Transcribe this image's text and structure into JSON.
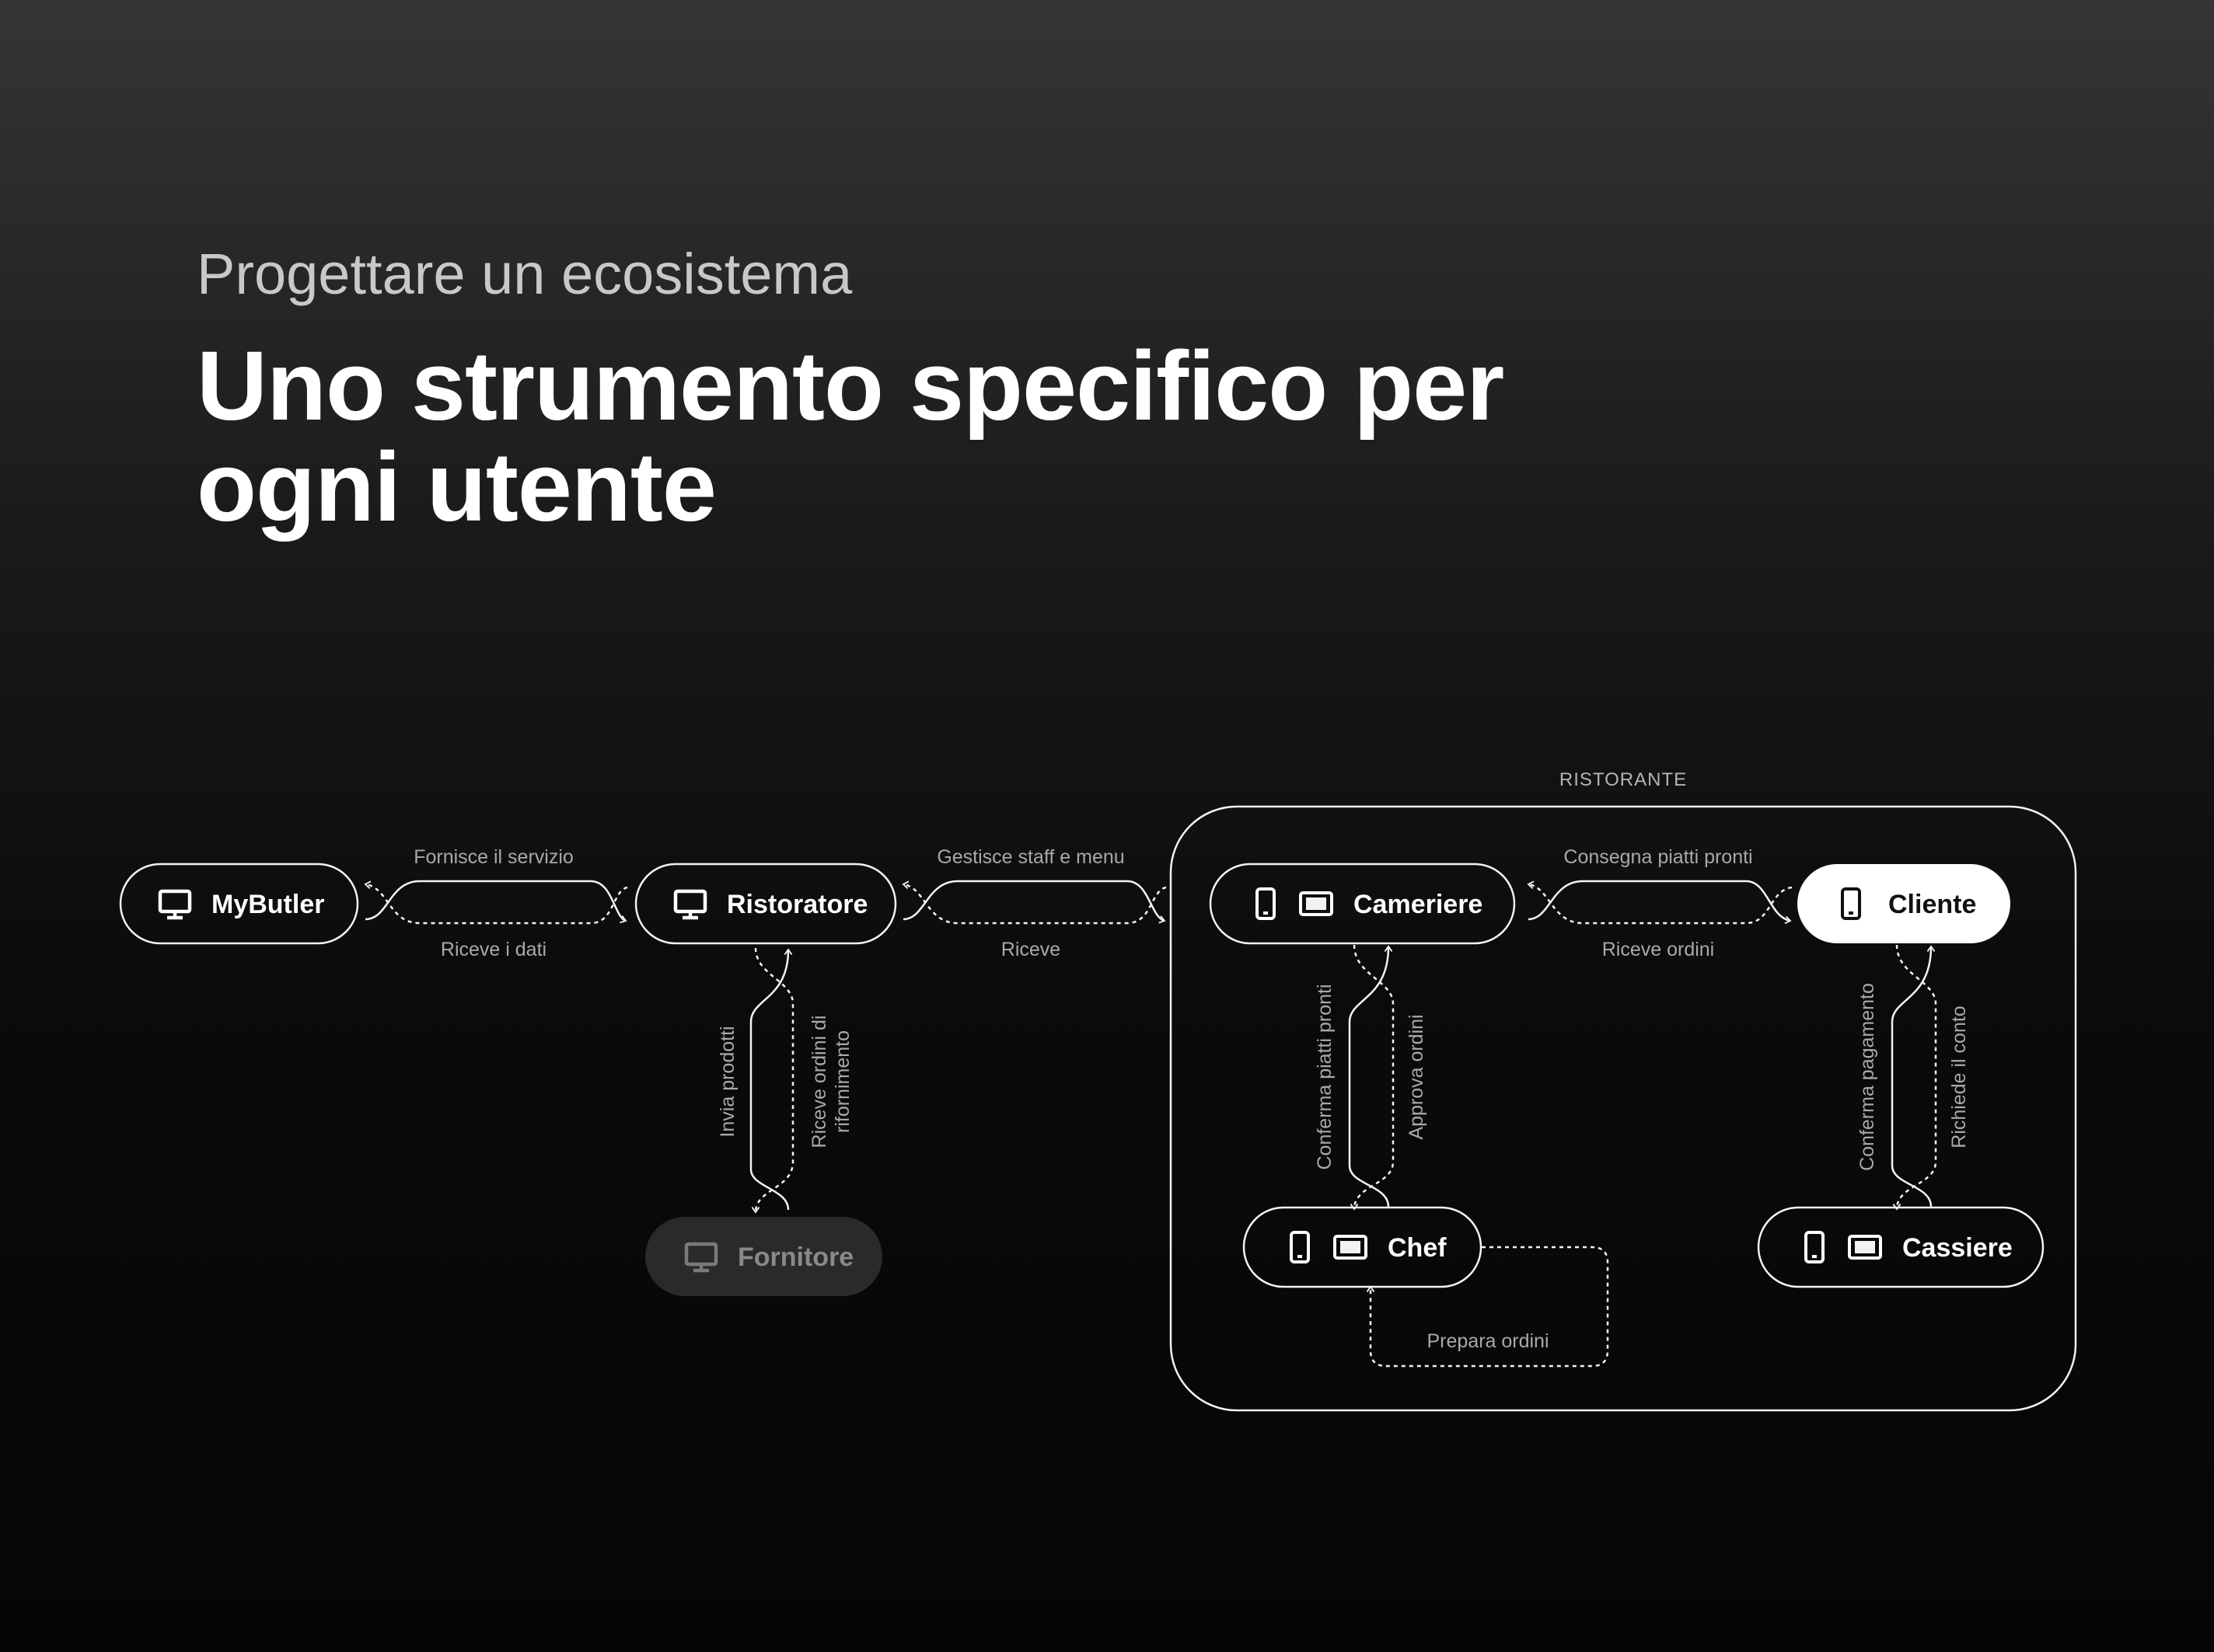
{
  "header": {
    "kicker": "Progettare un ecosistema",
    "title": "Uno strumento specifico per ogni utente"
  },
  "group_label": "RISTORANTE",
  "nodes": {
    "mybutler": {
      "label": "MyButler",
      "devices": [
        "monitor-icon"
      ]
    },
    "ristoratore": {
      "label": "Ristoratore",
      "devices": [
        "monitor-icon"
      ]
    },
    "fornitore": {
      "label": "Fornitore",
      "devices": [
        "monitor-icon"
      ],
      "state": "dimmed"
    },
    "cameriere": {
      "label": "Cameriere",
      "devices": [
        "phone-icon",
        "tablet-icon"
      ]
    },
    "cliente": {
      "label": "Cliente",
      "devices": [
        "phone-icon"
      ],
      "state": "highlighted"
    },
    "chef": {
      "label": "Chef",
      "devices": [
        "phone-icon",
        "tablet-icon"
      ]
    },
    "cassiere": {
      "label": "Cassiere",
      "devices": [
        "phone-icon",
        "tablet-icon"
      ]
    }
  },
  "edges": {
    "mybutler_ristoratore_top": "Fornisce il servizio",
    "mybutler_ristoratore_bottom": "Riceve i dati",
    "ristoratore_ristorante_top": "Gestisce staff e menu",
    "ristoratore_ristorante_bottom": "Riceve",
    "ristoratore_fornitore_left": "Invia prodotti",
    "ristoratore_fornitore_right_1": "Riceve ordini di",
    "ristoratore_fornitore_right_2": "rifornimento",
    "cameriere_cliente_top": "Consegna piatti pronti",
    "cameriere_cliente_bottom": "Riceve ordini",
    "cameriere_chef_left": "Conferma piatti pronti",
    "cameriere_chef_right": "Approva ordini",
    "cliente_cassiere_left": "Conferma pagamento",
    "cliente_cassiere_right": "Richiede il conto",
    "chef_loop": "Prepara ordini"
  },
  "colors": {
    "background_top": "#353535",
    "background_bottom": "#050505",
    "stroke": "#f2f2f2",
    "label": "#a9a9a9",
    "highlight_fill": "#ffffff",
    "highlight_text": "#111111",
    "dimmed_fill": "#2a2a2a",
    "dimmed_text": "#8a8a8a"
  }
}
